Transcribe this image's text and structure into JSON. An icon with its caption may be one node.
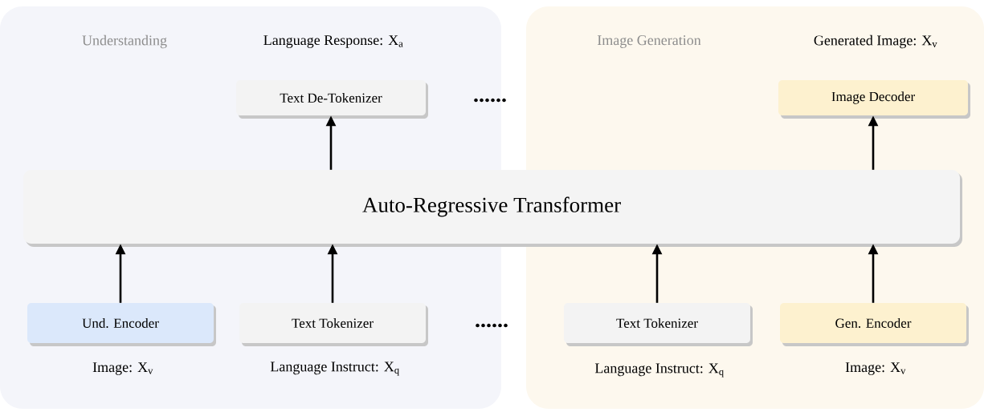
{
  "diagram": {
    "nodes": [
      {
        "text": [
          "Understanding"
        ]
      },
      {
        "text": [
          "Image Generation"
        ]
      },
      {
        "text": [
          "Text De-Tokenizer"
        ],
        "in": 0,
        "beside": [
          "Language Response: X$_{a}$"
        ]
      },
      {
        "text": [
          "Image Decoder"
        ],
        "in": 1,
        "beside": [
          "Generated Image: X$_{v}$"
        ]
      },
      {
        "text": [
          "Auto-Regressive Transformer"
        ]
      },
      {
        "text": [
          "Und. Encoder"
        ],
        "in": 0,
        "beside": [
          "Image: X$_{v}$"
        ]
      },
      {
        "text": [
          "Text Tokenizer"
        ],
        "in": 0,
        "beside": [
          "Language Instruct: X$_{q}$"
        ]
      },
      {
        "text": [
          "Text Tokenizer"
        ],
        "in": 1,
        "beside": [
          "Language Instruct: X$_{q}$"
        ]
      },
      {
        "text": [
          "Gen. Encoder"
        ],
        "in": 1,
        "beside": [
          "Image: X$_{v}$"
        ]
      }
    ],
    "edges": [
      {
        "from": 4,
        "to": 2,
        "arrow": "to"
      },
      {
        "from": 4,
        "to": 3,
        "arrow": "to"
      },
      {
        "from": 5,
        "to": 4,
        "arrow": "to"
      },
      {
        "from": 6,
        "to": 4,
        "arrow": "to"
      },
      {
        "from": 7,
        "to": 4,
        "arrow": "to"
      },
      {
        "from": 8,
        "to": 4,
        "arrow": "to"
      }
    ]
  }
}
